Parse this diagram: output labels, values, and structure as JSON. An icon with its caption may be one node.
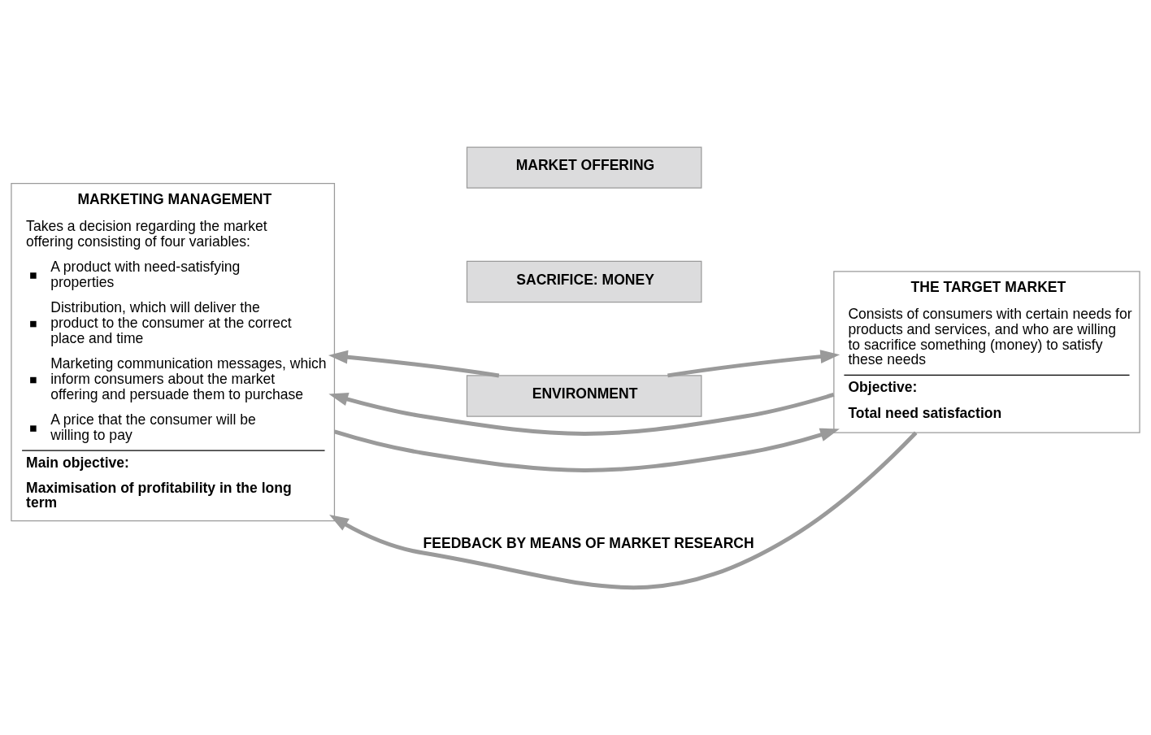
{
  "diagram": {
    "nodes": [
      {
        "text": [
          "MARKETING MANAGEMENT",
          "Takes a decision regarding the market offering consisting of four variables:",
          "A product with need-satisfying properties",
          "Distribution, which will deliver the product to the consumer at the correct place and time",
          "Marketing communication messages, which inform consumers about the market offering and persuade them to purchase",
          "A price that the consumer will be willing to pay",
          "Main objective:",
          "Maximisation of profitability in the long term"
        ]
      },
      {
        "text": [
          "MARKET OFFERING"
        ]
      },
      {
        "text": [
          "SACRIFICE: MONEY"
        ]
      },
      {
        "text": [
          "THE TARGET MARKET",
          "Consists of consumers with certain needs for products and services, and who are willing to sacrifice something (money) to satisfy these needs",
          "Objective:",
          "Total need satisfaction"
        ]
      },
      {
        "text": [
          "ENVIRONMENT"
        ]
      }
    ],
    "edges": [
      {
        "from": 3,
        "to": 0,
        "arrow": "to",
        "label": "FEEDBACK BY MEANS OF MARKET RESEARCH"
      },
      {
        "from": 0,
        "to": 3,
        "arrow": "to"
      },
      {
        "from": 3,
        "to": 0,
        "arrow": "to"
      },
      {
        "from": 4,
        "to": 0,
        "arrow": "to"
      },
      {
        "from": 4,
        "to": 3,
        "arrow": "to"
      }
    ]
  }
}
